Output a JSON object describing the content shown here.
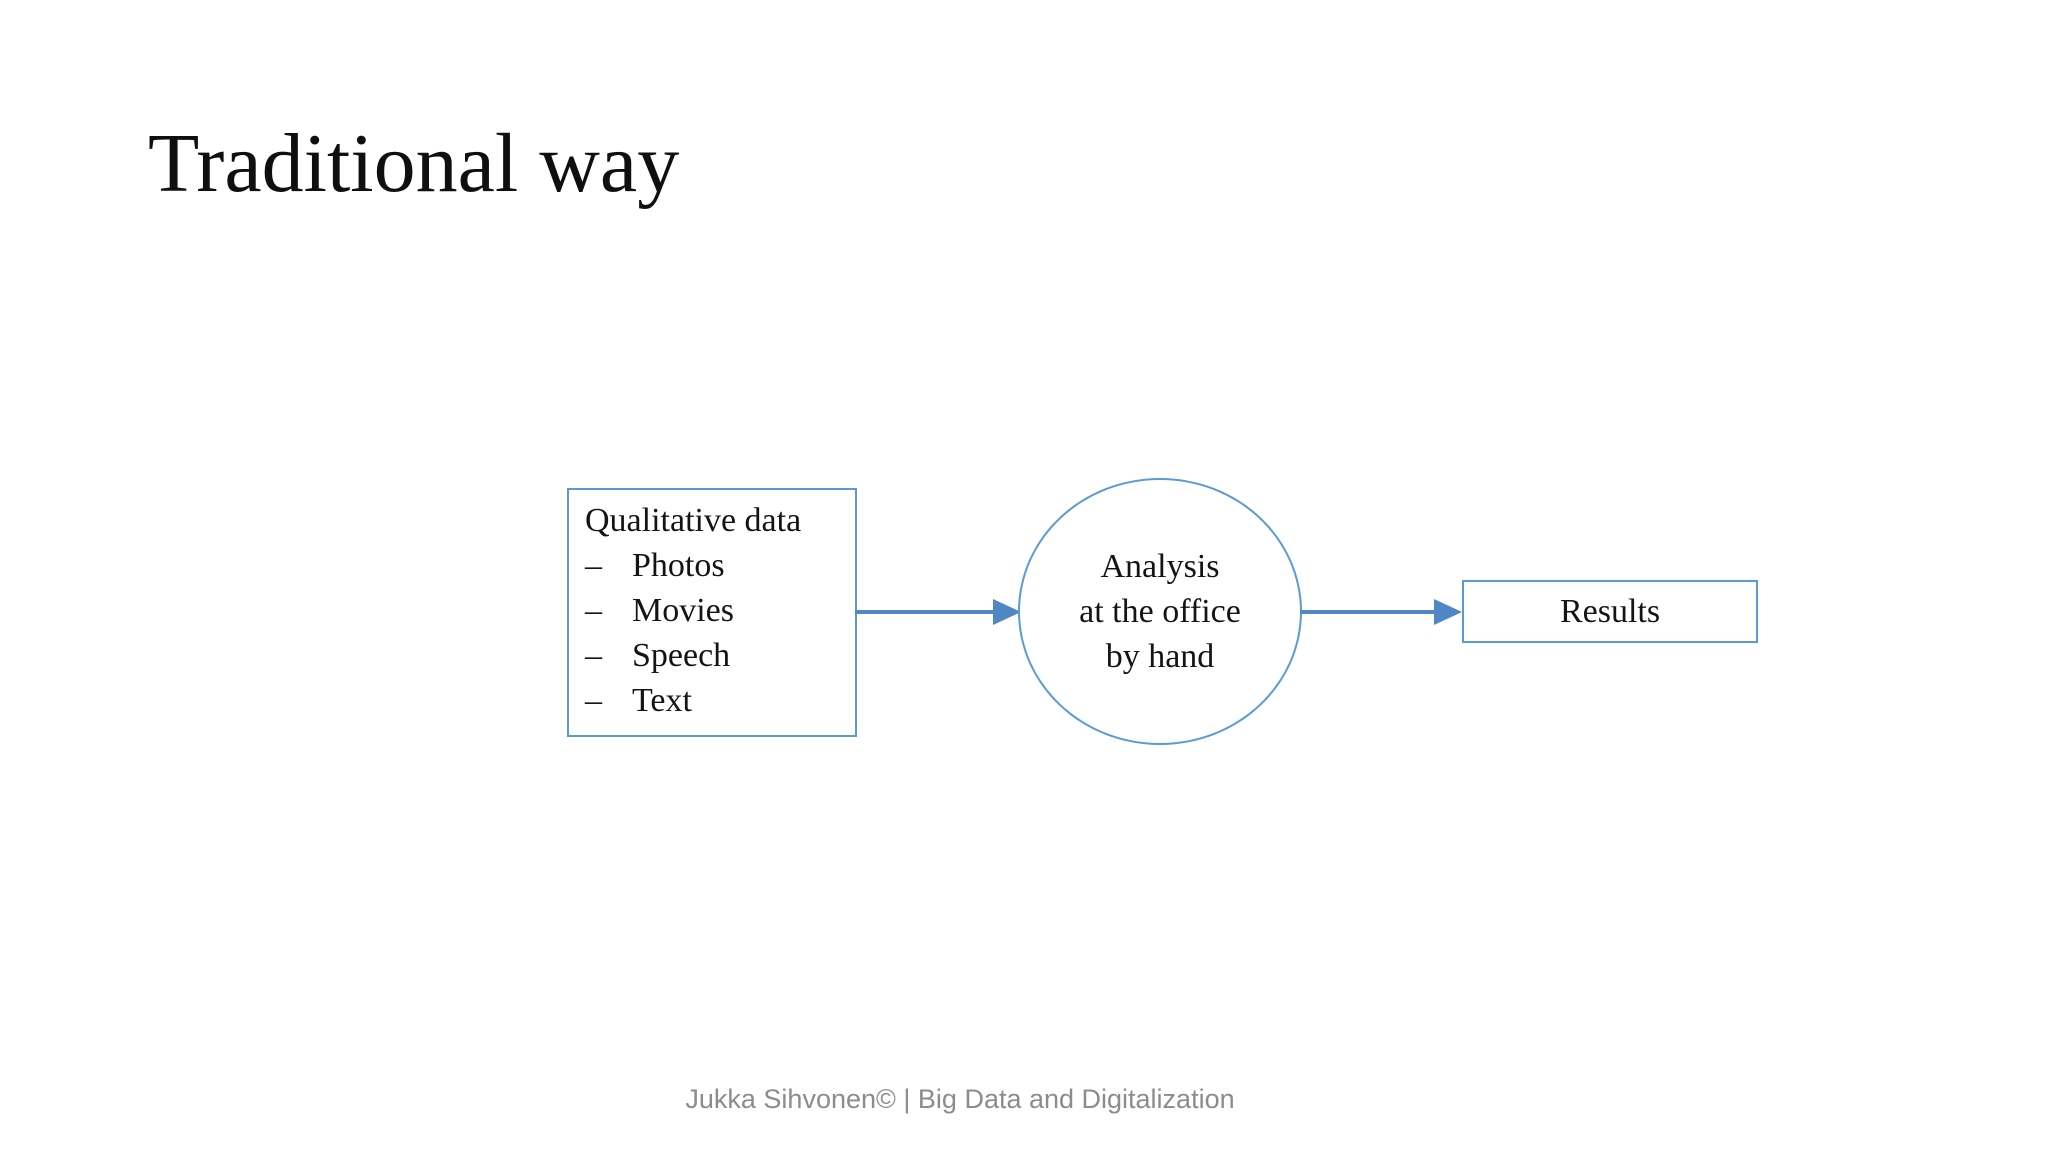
{
  "slide": {
    "title": "Traditional way",
    "footer": "Jukka Sihvonen© | Big Data and Digitalization",
    "colors": {
      "shape_border": "#5b9bd5",
      "arrow": "#4f86c6",
      "title_text": "#0f0f0f",
      "body_text": "#141414",
      "footer_text": "#8c8c8c",
      "background": "#ffffff"
    }
  },
  "diagram": {
    "input_box": {
      "heading": "Qualitative data",
      "bullet_char": "–",
      "items": [
        "Photos",
        "Movies",
        "Speech",
        "Text"
      ]
    },
    "process_circle": {
      "lines": [
        "Analysis",
        "at the office",
        "by hand"
      ]
    },
    "output_box": {
      "label": "Results"
    }
  }
}
